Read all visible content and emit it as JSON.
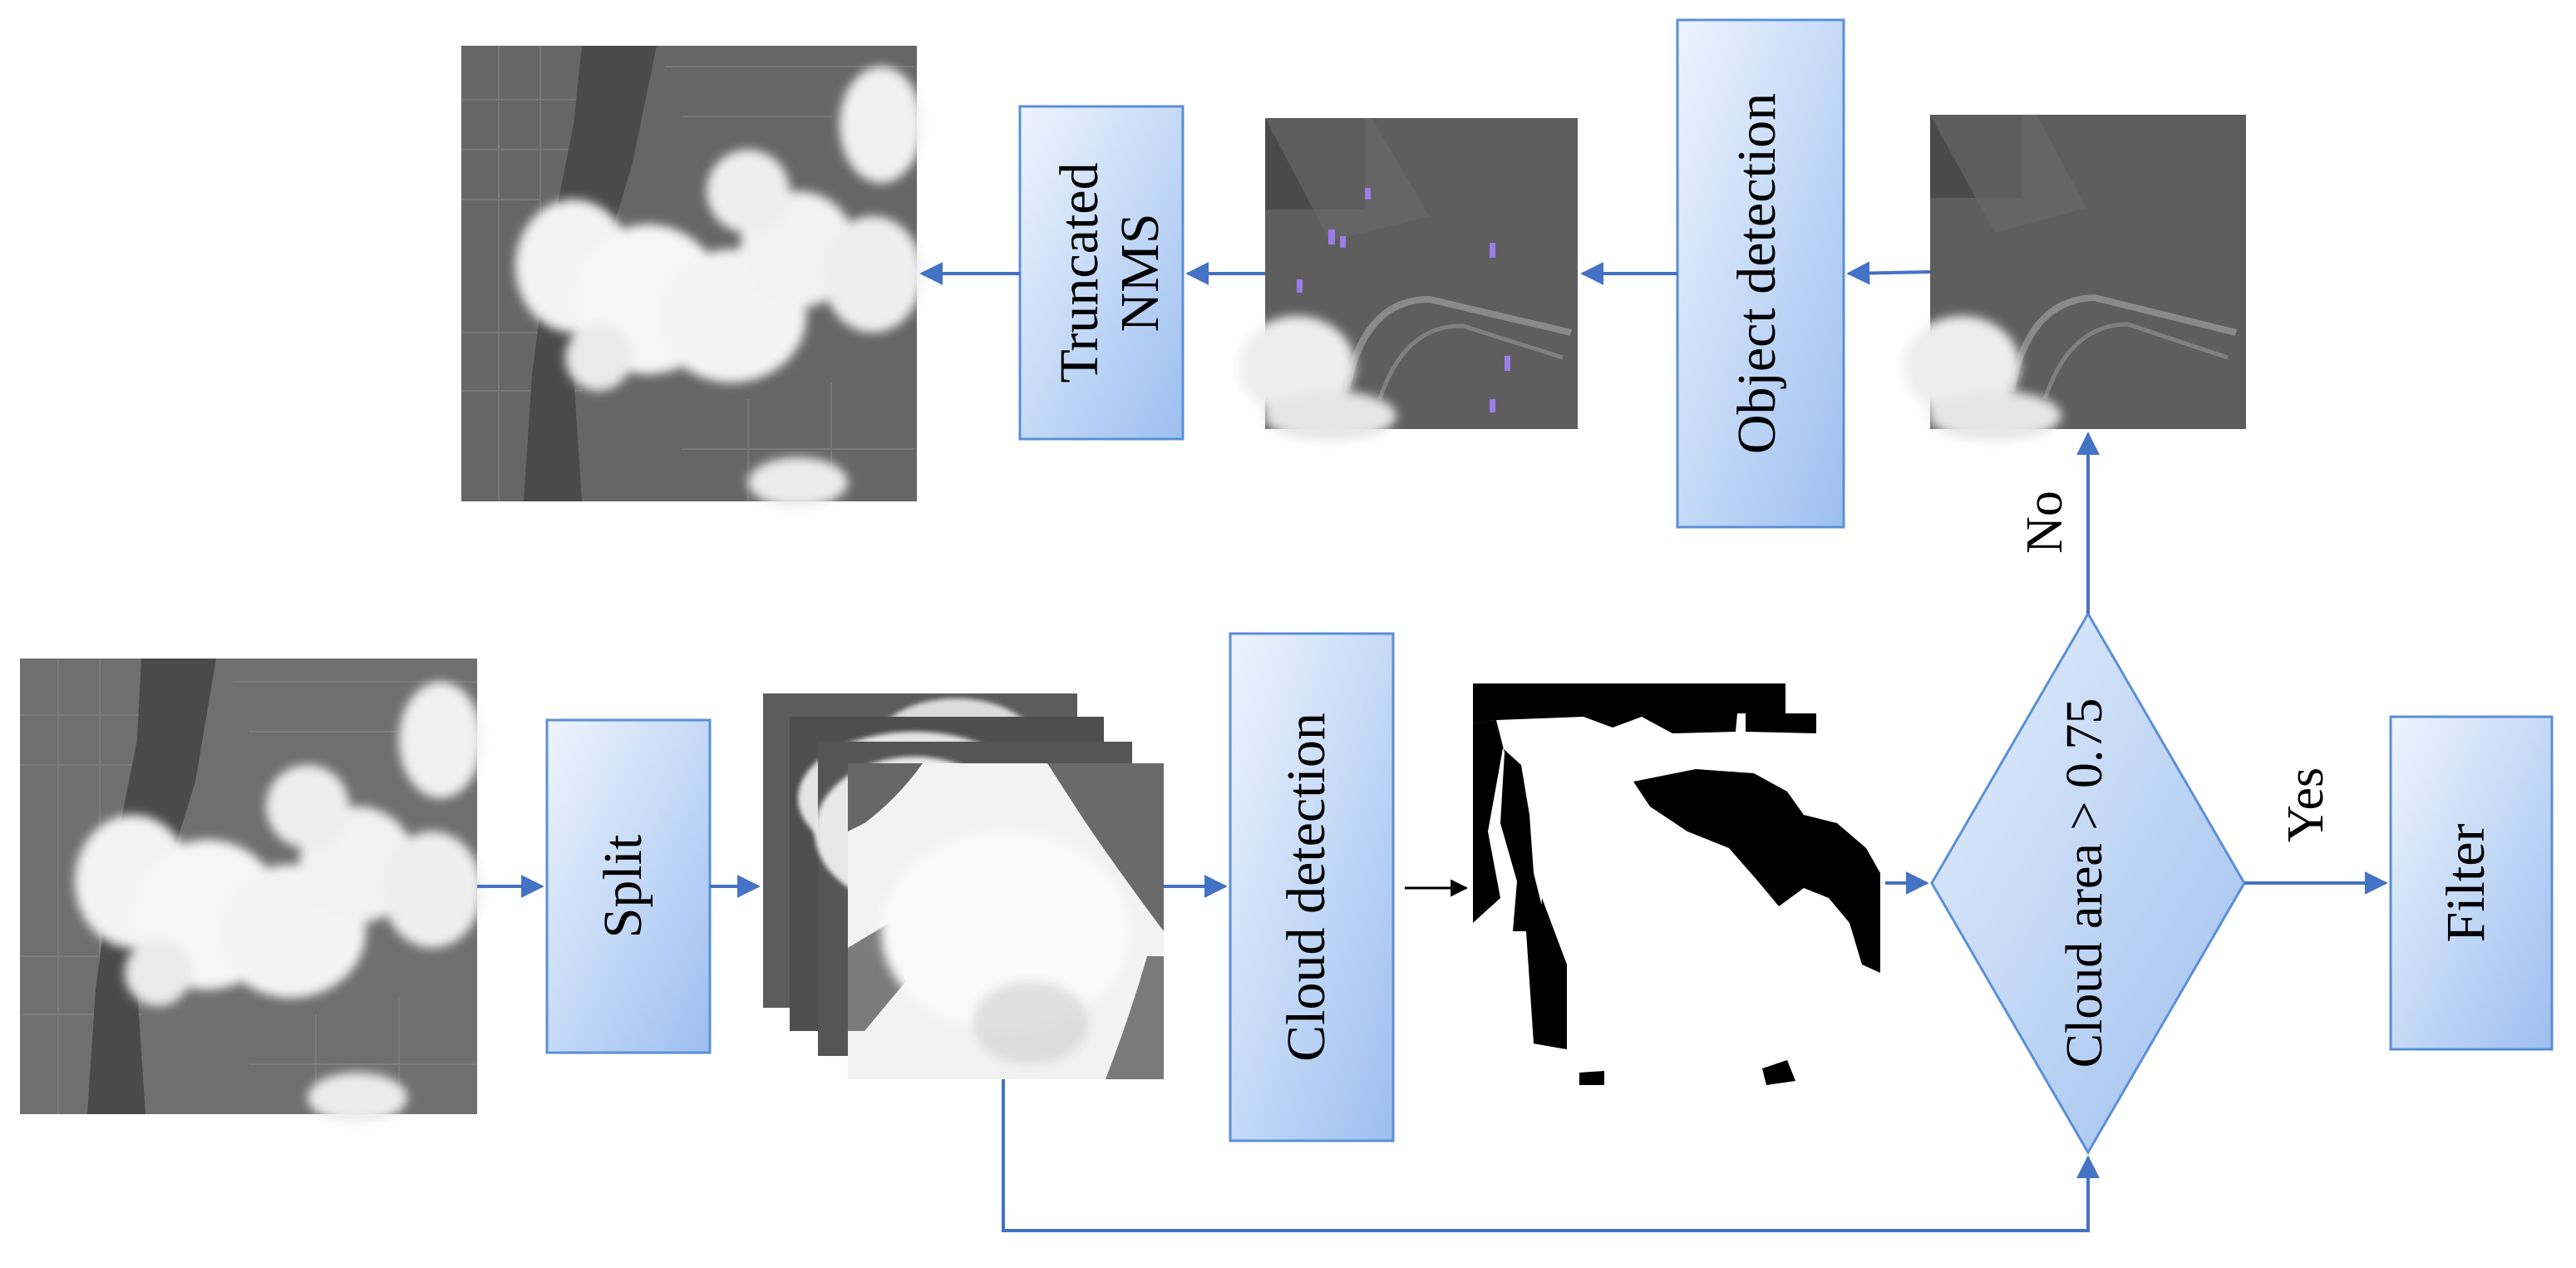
{
  "boxes": {
    "split": "Split",
    "cloud_detection": "Cloud detection",
    "object_detection": "Object detection",
    "truncated_nms_line1": "Truncated",
    "truncated_nms_line2": "NMS",
    "filter": "Filter"
  },
  "decision": {
    "label": "Cloud area > 0.75",
    "yes": "Yes",
    "no": "No"
  },
  "colors": {
    "arrow": "#4472c4",
    "box_fill_top": "#e8f0fc",
    "box_fill_bottom": "#9ec0ee",
    "box_border": "#5b8fd6",
    "detection_marker": "#9b7ce8"
  }
}
